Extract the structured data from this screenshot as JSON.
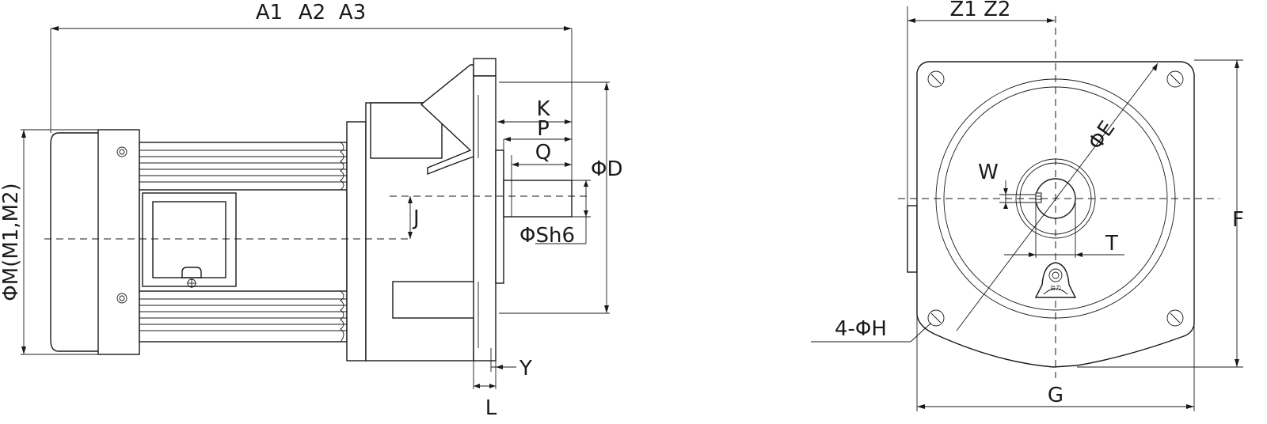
{
  "side_view": {
    "label_a1": "A1",
    "label_a2": "A2",
    "label_a3": "A3",
    "label_k": "K",
    "label_p": "P",
    "label_q": "Q",
    "label_d": "ΦD",
    "label_sh6": "ΦSh6",
    "label_j": "J",
    "label_m": "ΦM(M1,M2)",
    "label_y": "Y",
    "label_l": "L"
  },
  "front_view": {
    "label_z": "Z1 Z2",
    "label_e": "ΦE",
    "label_w": "W",
    "label_t": "T",
    "label_f": "F",
    "label_h": "4-ΦH",
    "label_g": "G",
    "logo_text": "台力"
  }
}
